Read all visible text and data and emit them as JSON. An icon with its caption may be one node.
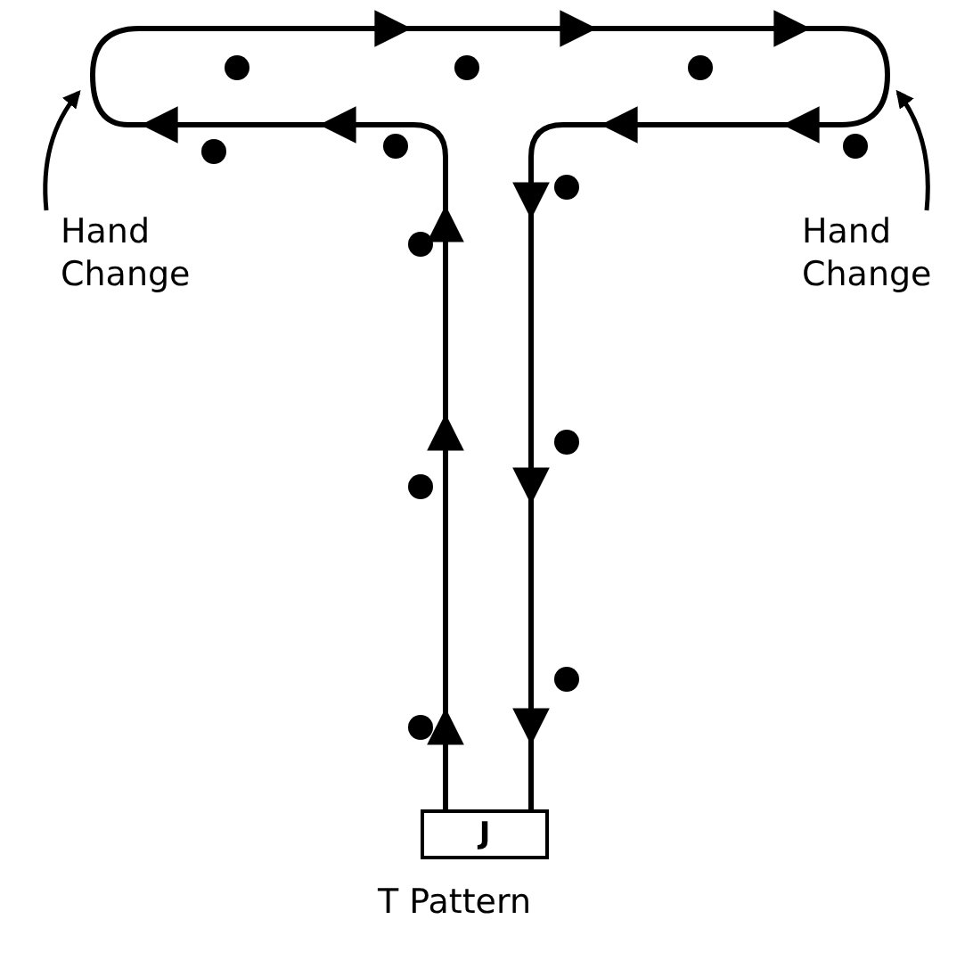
{
  "diagram": {
    "caption": "T Pattern",
    "nodes": [
      {
        "text": [
          "J"
        ]
      }
    ],
    "labels": [
      "Hand Change",
      "Hand Change"
    ]
  }
}
